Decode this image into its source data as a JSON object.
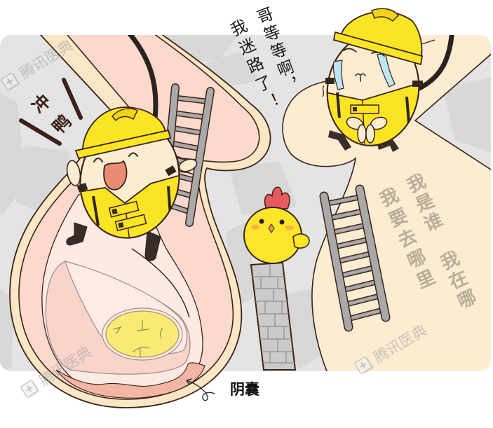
{
  "texts": {
    "shout": "冲鸭",
    "speech": [
      "哥等等啊，",
      "我迷路了！"
    ],
    "thoughts": {
      "column_left": "我要去哪里",
      "column_right": "我是谁　我在哪"
    },
    "anatomy_label": "阴囊"
  },
  "watermarks": [
    {
      "icon": "medical-book-plus-icon",
      "text": "腾讯医典"
    },
    {
      "icon": "medical-book-plus-icon",
      "text": "腾讯医典"
    },
    {
      "icon": "medical-book-plus-icon",
      "text": "腾讯医典"
    }
  ],
  "figures": {
    "left_character": {
      "icon": "egg-worker-cheering-icon",
      "gear": [
        "yellow-helmet",
        "yellow-life-vest"
      ]
    },
    "right_character": {
      "icon": "egg-worker-crying-icon",
      "gear": [
        "yellow-helmet",
        "yellow-life-vest"
      ]
    },
    "chick": {
      "icon": "yellow-chick-icon"
    },
    "ladders": 2,
    "brick_pillar": 1
  },
  "colors": {
    "panel_bg": "#e4e4e4",
    "panel_blob": "#d8d8d8",
    "outline": "#3b2218",
    "cream": "#fcecd1",
    "tube_border": "#fbe6c5",
    "pink": "#fbd9cc",
    "pink_light": "#fdeae2",
    "testis": "#f9d4cb",
    "salmon": "#f4b6a4",
    "nucleus_yellow": "#f7ea75",
    "vest_yellow": "#fbe424",
    "ladder_gray": "#a9a9a9",
    "brick_gray": "#cbcbcb",
    "tear_blue": "#bde6f4",
    "comb_red": "#e95a5e",
    "thought_text": "#b9ae98",
    "watermark": "#a8a8a8"
  }
}
